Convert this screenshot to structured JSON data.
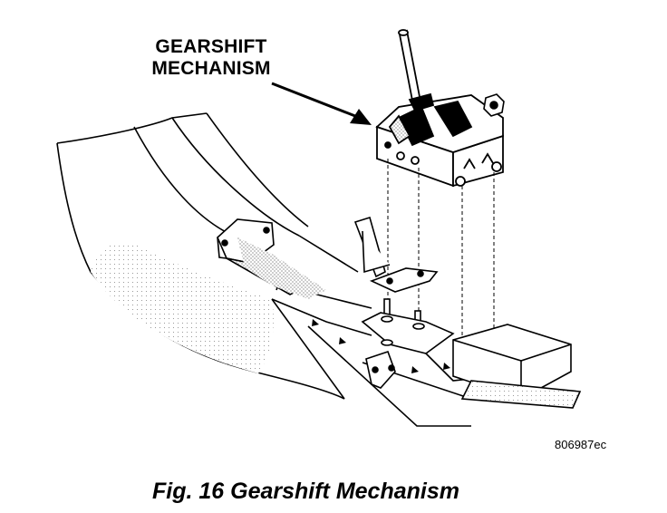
{
  "callout": {
    "line1": "GEARSHIFT",
    "line2": "MECHANISM"
  },
  "catalog_number": "806987ec",
  "caption": "Fig. 16 Gearshift Mechanism",
  "colors": {
    "ink": "#000000",
    "paper": "#ffffff",
    "hatch": "#555555"
  }
}
